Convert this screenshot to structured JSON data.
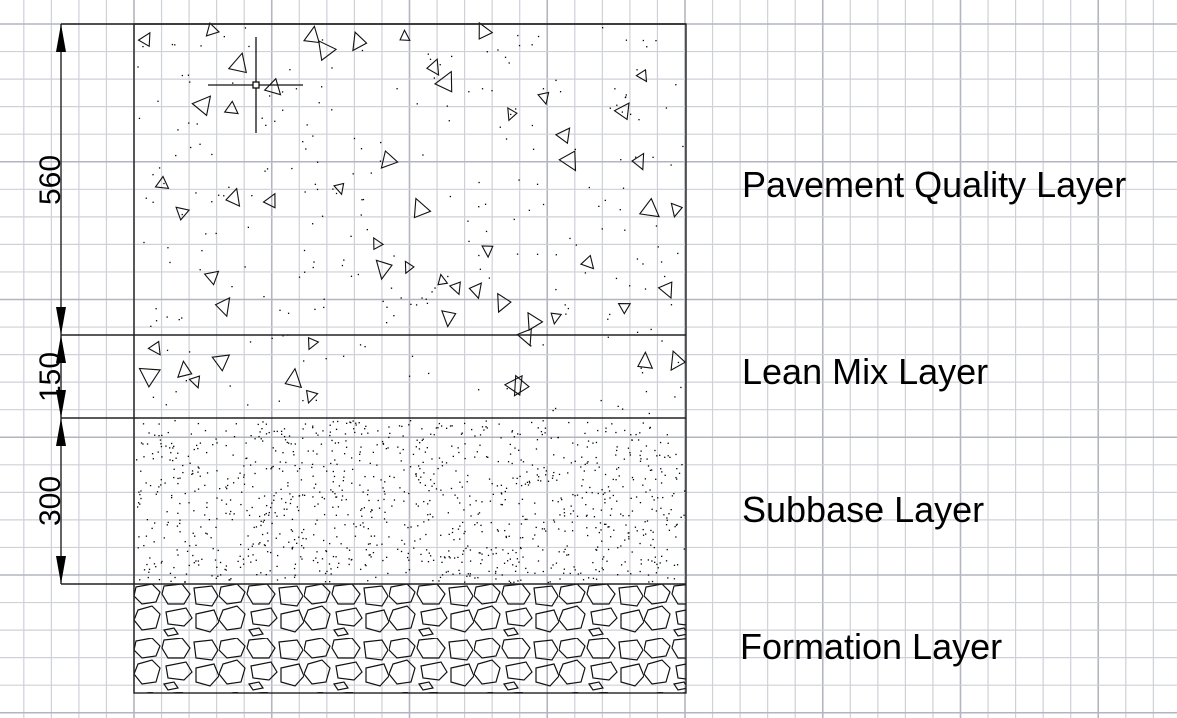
{
  "drawing": {
    "layers": [
      {
        "name": "Pavement Quality Layer",
        "thickness": "560",
        "hatch": "concrete"
      },
      {
        "name": "Lean Mix Layer",
        "thickness": "150",
        "hatch": "concrete"
      },
      {
        "name": "Subbase Layer",
        "thickness": "300",
        "hatch": "sand-dots"
      },
      {
        "name": "Formation Layer",
        "hatch": "gravel"
      }
    ],
    "colors": {
      "grid_minor": "#cfd1d8",
      "grid_major": "#b3b5c0",
      "line": "#222222"
    },
    "cursor_icon": "crosshair-icon"
  }
}
